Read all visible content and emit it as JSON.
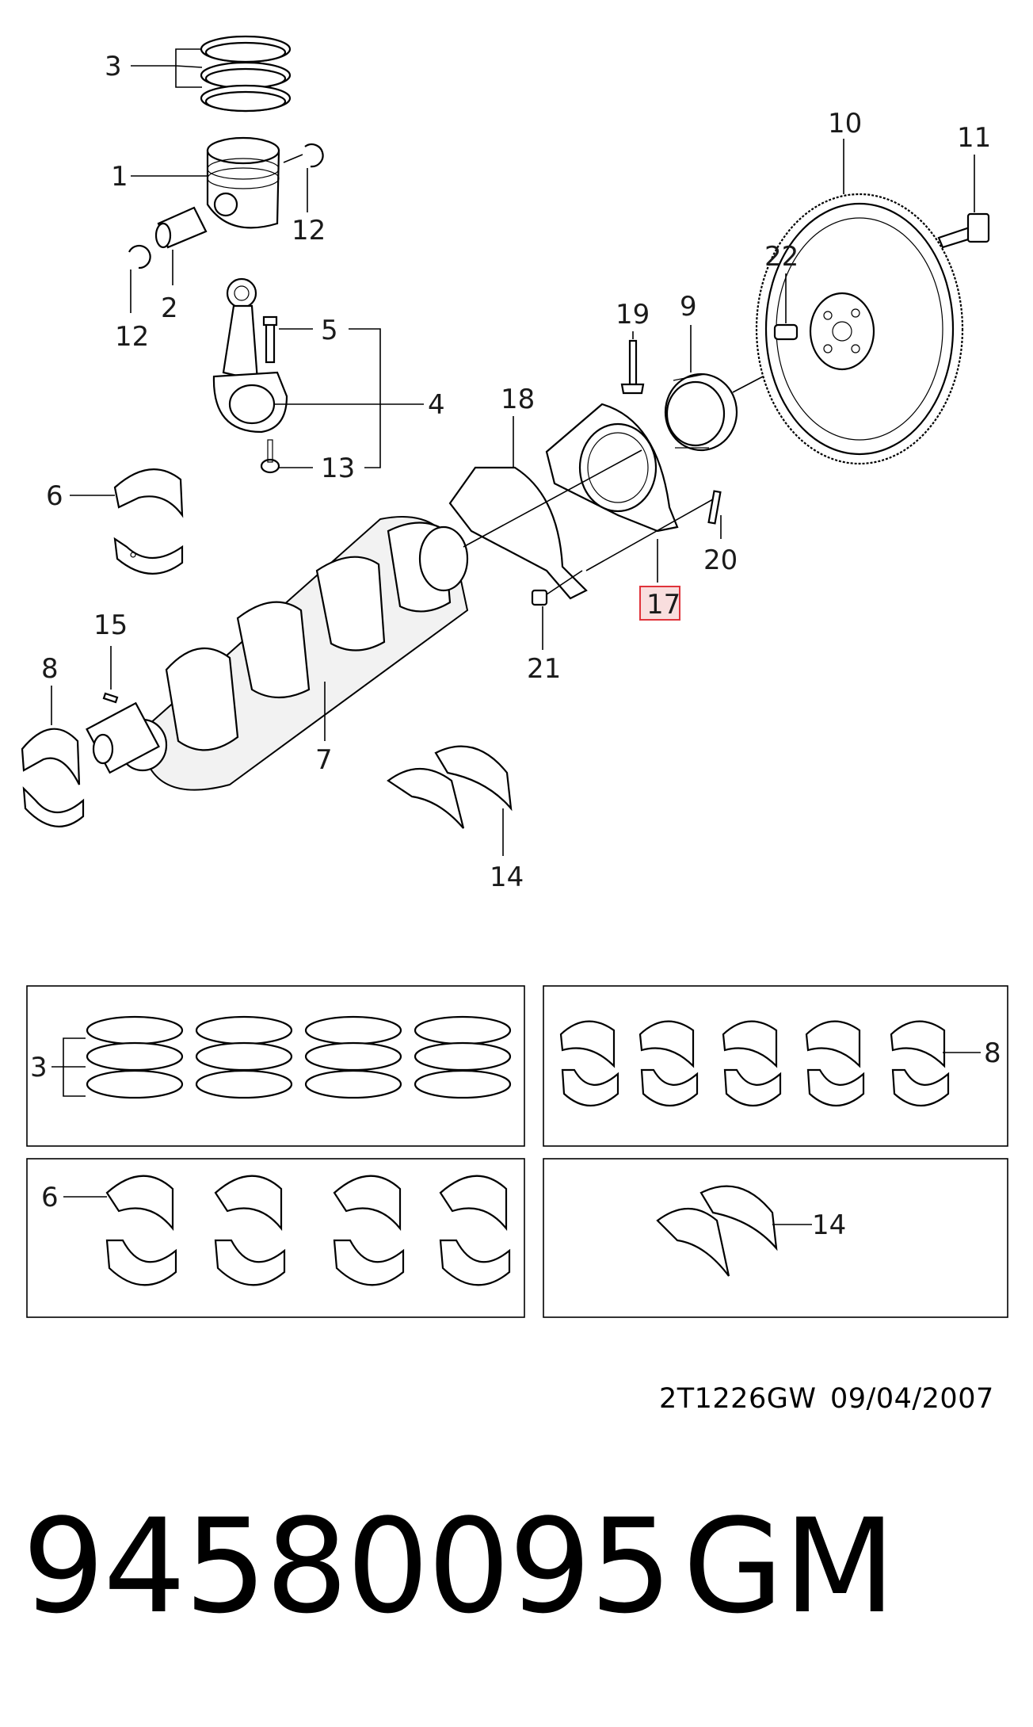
{
  "callouts": {
    "c1": "1",
    "c2": "2",
    "c3": "3",
    "c4": "4",
    "c5": "5",
    "c6": "6",
    "c7": "7",
    "c8": "8",
    "c9": "9",
    "c10": "10",
    "c11": "11",
    "c12a": "12",
    "c12b": "12",
    "c13": "13",
    "c14": "14",
    "c15": "15",
    "c17": "17",
    "c18": "18",
    "c19": "19",
    "c20": "20",
    "c21": "21",
    "c22": "22"
  },
  "kit_callouts": {
    "rings": "3",
    "main_bearings": "8",
    "rod_bearings": "6",
    "thrust_washers": "14"
  },
  "highlight": {
    "callout": "17",
    "color": "#e0333b",
    "fill": "#f9dede"
  },
  "footer": {
    "document_code": "2T1226GW",
    "date": "09/04/2007",
    "part_number": "94580095",
    "brand": "GM"
  }
}
